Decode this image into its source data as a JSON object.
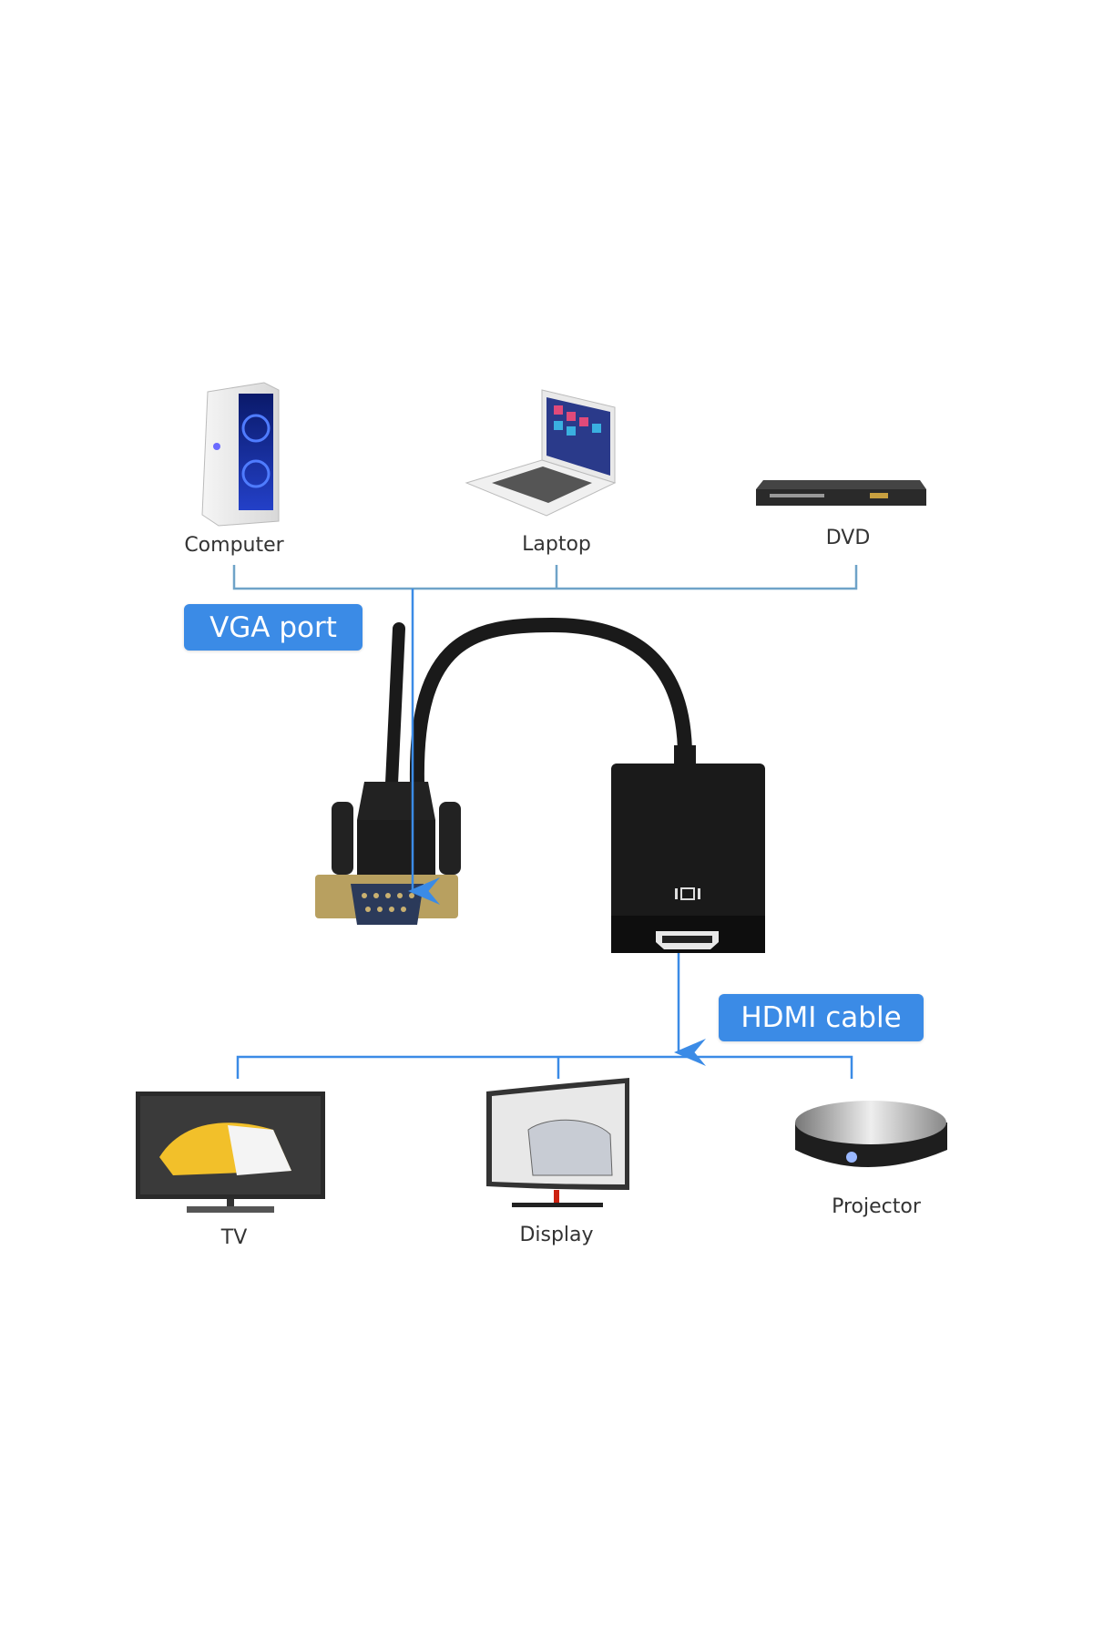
{
  "sources": [
    {
      "label": "Computer",
      "icon": "desktop-tower-icon"
    },
    {
      "label": "Laptop",
      "icon": "laptop-icon"
    },
    {
      "label": "DVD",
      "icon": "dvd-player-icon"
    }
  ],
  "destinations": [
    {
      "label": "TV",
      "icon": "tv-icon"
    },
    {
      "label": "Display",
      "icon": "curved-monitor-icon"
    },
    {
      "label": "Projector",
      "icon": "projector-icon"
    }
  ],
  "tags": {
    "vga": "VGA port",
    "hdmi": "HDMI cable"
  },
  "colors": {
    "accent": "#3b8be6",
    "connector_line": "#6fa3c8",
    "adapter": "#1a1a1a"
  }
}
